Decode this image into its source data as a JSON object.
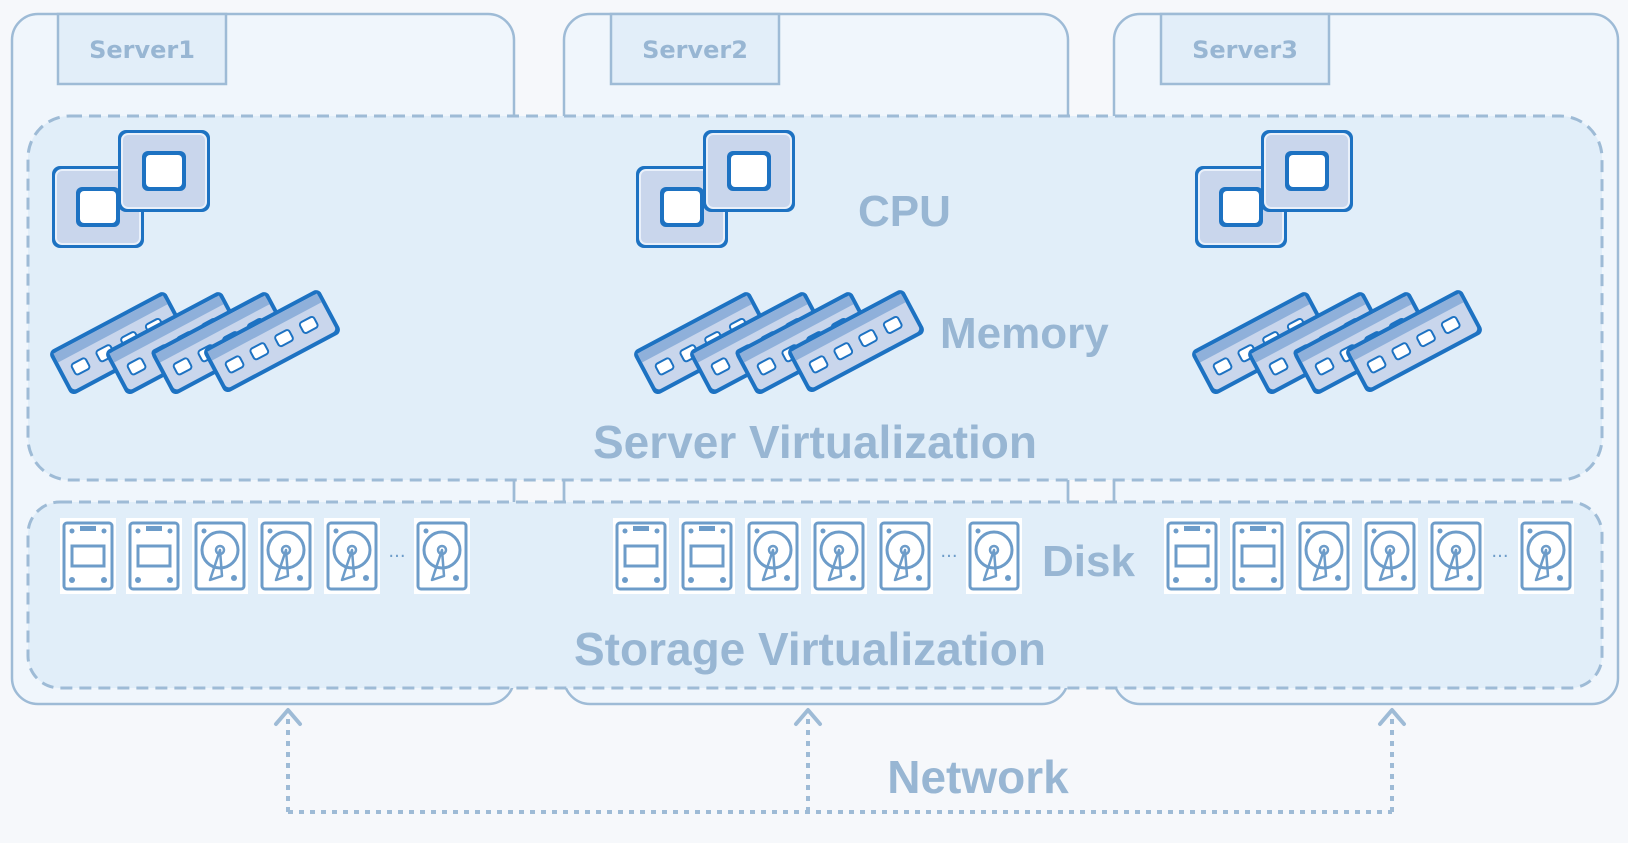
{
  "servers": [
    {
      "tab_label": "Server1"
    },
    {
      "tab_label": "Server2"
    },
    {
      "tab_label": "Server3"
    }
  ],
  "labels": {
    "cpu": "CPU",
    "memory": "Memory",
    "server_virtualization": "Server Virtualization",
    "disk": "Disk",
    "storage_virtualization": "Storage Virtualization",
    "network": "Network",
    "disk_ellipsis": "···"
  },
  "per_server_components": {
    "cpu_chips": 2,
    "memory_modules": 4,
    "ssd_drives": 2,
    "hdd_drives_before_ellipsis": 3,
    "hdd_drives_after_ellipsis": 1
  },
  "colors": {
    "background": "#f6f8fb",
    "panel_fill": "#f0f6fc",
    "virtualization_fill": "#e1eef9",
    "border": "#9ebbd6",
    "label_text": "#98b6d3",
    "icon_outline": "#1d72c2",
    "icon_fill": "#c9d6ec",
    "icon_inner": "#ffffff",
    "drive_icon": "#6d9cc9"
  }
}
